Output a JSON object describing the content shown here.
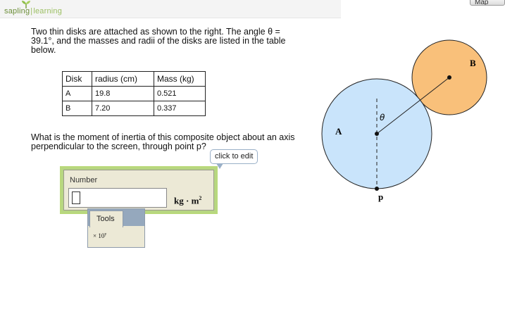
{
  "header": {
    "logo_part1": "sapling",
    "logo_sep": "|",
    "logo_part2": "learning",
    "map_label": "Map"
  },
  "question": {
    "intro": "Two thin disks are attached as shown to the right. The angle θ = 39.1°, and the masses and radii of the disks are listed in the table below.",
    "prompt": "What is the moment of inertia of this composite object about an axis perpendicular to the screen, through point p?"
  },
  "table": {
    "headers": [
      "Disk",
      "radius (cm)",
      "Mass (kg)"
    ],
    "rows": [
      [
        "A",
        "19.8",
        "0.521"
      ],
      [
        "B",
        "7.20",
        "0.337"
      ]
    ]
  },
  "answer": {
    "edit_tooltip": "click to edit",
    "number_label": "Number",
    "input_value": "",
    "units": "kg · m",
    "units_power": "2"
  },
  "tools": {
    "tab_label": "Tools",
    "sci_prefix": "× 10",
    "sci_power": "y"
  },
  "diagram": {
    "label_a": "A",
    "label_b": "B",
    "label_theta": "θ",
    "label_p": "p",
    "colors": {
      "disk_a": "#c9e4fb",
      "disk_b": "#f9c07a",
      "stroke": "#222222"
    }
  }
}
